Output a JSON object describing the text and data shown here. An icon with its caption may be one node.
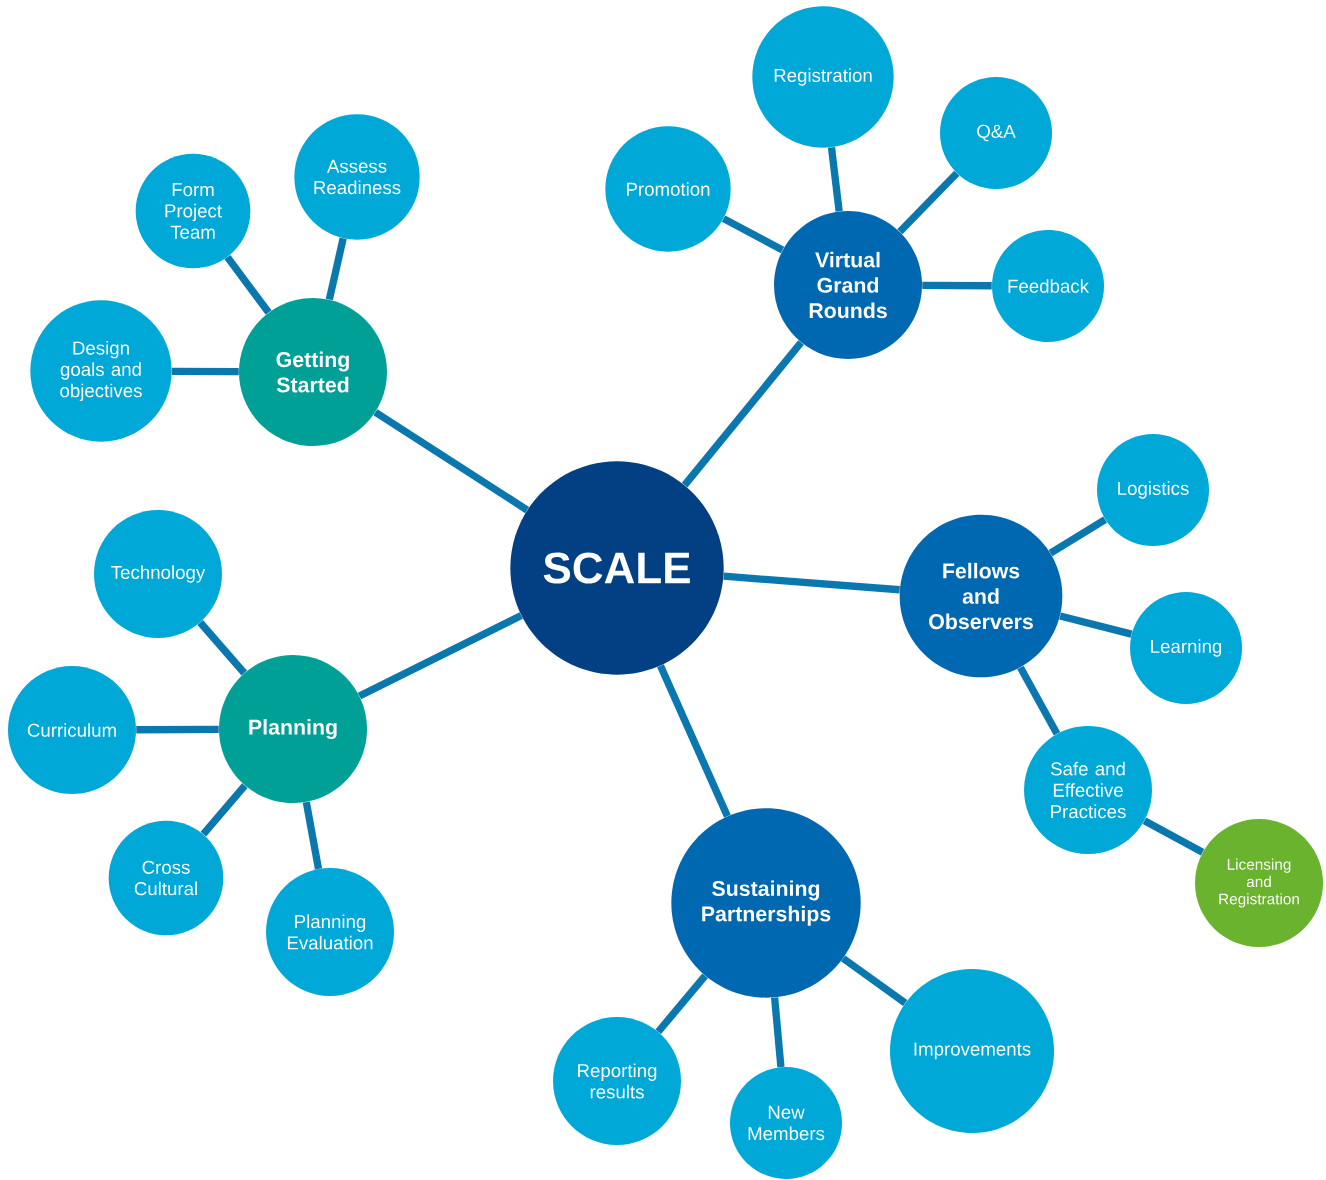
{
  "diagram": {
    "nodes": [
      {
        "text": [
          "SCALE"
        ]
      },
      {
        "text": [
          "Getting Started"
        ]
      },
      {
        "text": [
          "Form Project Team"
        ]
      },
      {
        "text": [
          "Assess Readiness"
        ]
      },
      {
        "text": [
          "Design goals and objectives"
        ]
      },
      {
        "text": [
          "Virtual Grand Rounds"
        ]
      },
      {
        "text": [
          "Promotion"
        ]
      },
      {
        "text": [
          "Registration"
        ]
      },
      {
        "text": [
          "Q&A"
        ]
      },
      {
        "text": [
          "Feedback"
        ]
      },
      {
        "text": [
          "Fellows and Observers"
        ]
      },
      {
        "text": [
          "Logistics"
        ]
      },
      {
        "text": [
          "Learning"
        ]
      },
      {
        "text": [
          "Safe and Effective Practices"
        ]
      },
      {
        "text": [
          "Licensing and Registration"
        ]
      },
      {
        "text": [
          "Sustaining Partnerships"
        ]
      },
      {
        "text": [
          "Reporting results"
        ]
      },
      {
        "text": [
          "New Members"
        ]
      },
      {
        "text": [
          "Improvements"
        ]
      },
      {
        "text": [
          "Planning"
        ]
      },
      {
        "text": [
          "Technology"
        ]
      },
      {
        "text": [
          "Curriculum"
        ]
      },
      {
        "text": [
          "Cross Cultural"
        ]
      },
      {
        "text": [
          "Planning Evaluation"
        ]
      }
    ],
    "edges": [
      {
        "from": 0,
        "to": 1,
        "arrow": "none"
      },
      {
        "from": 1,
        "to": 2,
        "arrow": "none"
      },
      {
        "from": 1,
        "to": 3,
        "arrow": "none"
      },
      {
        "from": 1,
        "to": 4,
        "arrow": "none"
      },
      {
        "from": 0,
        "to": 5,
        "arrow": "none"
      },
      {
        "from": 5,
        "to": 6,
        "arrow": "none"
      },
      {
        "from": 5,
        "to": 7,
        "arrow": "none"
      },
      {
        "from": 5,
        "to": 8,
        "arrow": "none"
      },
      {
        "from": 5,
        "to": 9,
        "arrow": "none"
      },
      {
        "from": 0,
        "to": 10,
        "arrow": "none"
      },
      {
        "from": 10,
        "to": 11,
        "arrow": "none"
      },
      {
        "from": 10,
        "to": 12,
        "arrow": "none"
      },
      {
        "from": 10,
        "to": 13,
        "arrow": "none"
      },
      {
        "from": 13,
        "to": 14,
        "arrow": "none"
      },
      {
        "from": 0,
        "to": 15,
        "arrow": "none"
      },
      {
        "from": 15,
        "to": 16,
        "arrow": "none"
      },
      {
        "from": 15,
        "to": 17,
        "arrow": "none"
      },
      {
        "from": 15,
        "to": 18,
        "arrow": "none"
      },
      {
        "from": 0,
        "to": 19,
        "arrow": "none"
      },
      {
        "from": 19,
        "to": 20,
        "arrow": "none"
      },
      {
        "from": 19,
        "to": 21,
        "arrow": "none"
      },
      {
        "from": 19,
        "to": 22,
        "arrow": "none"
      },
      {
        "from": 19,
        "to": 23,
        "arrow": "none"
      }
    ]
  }
}
